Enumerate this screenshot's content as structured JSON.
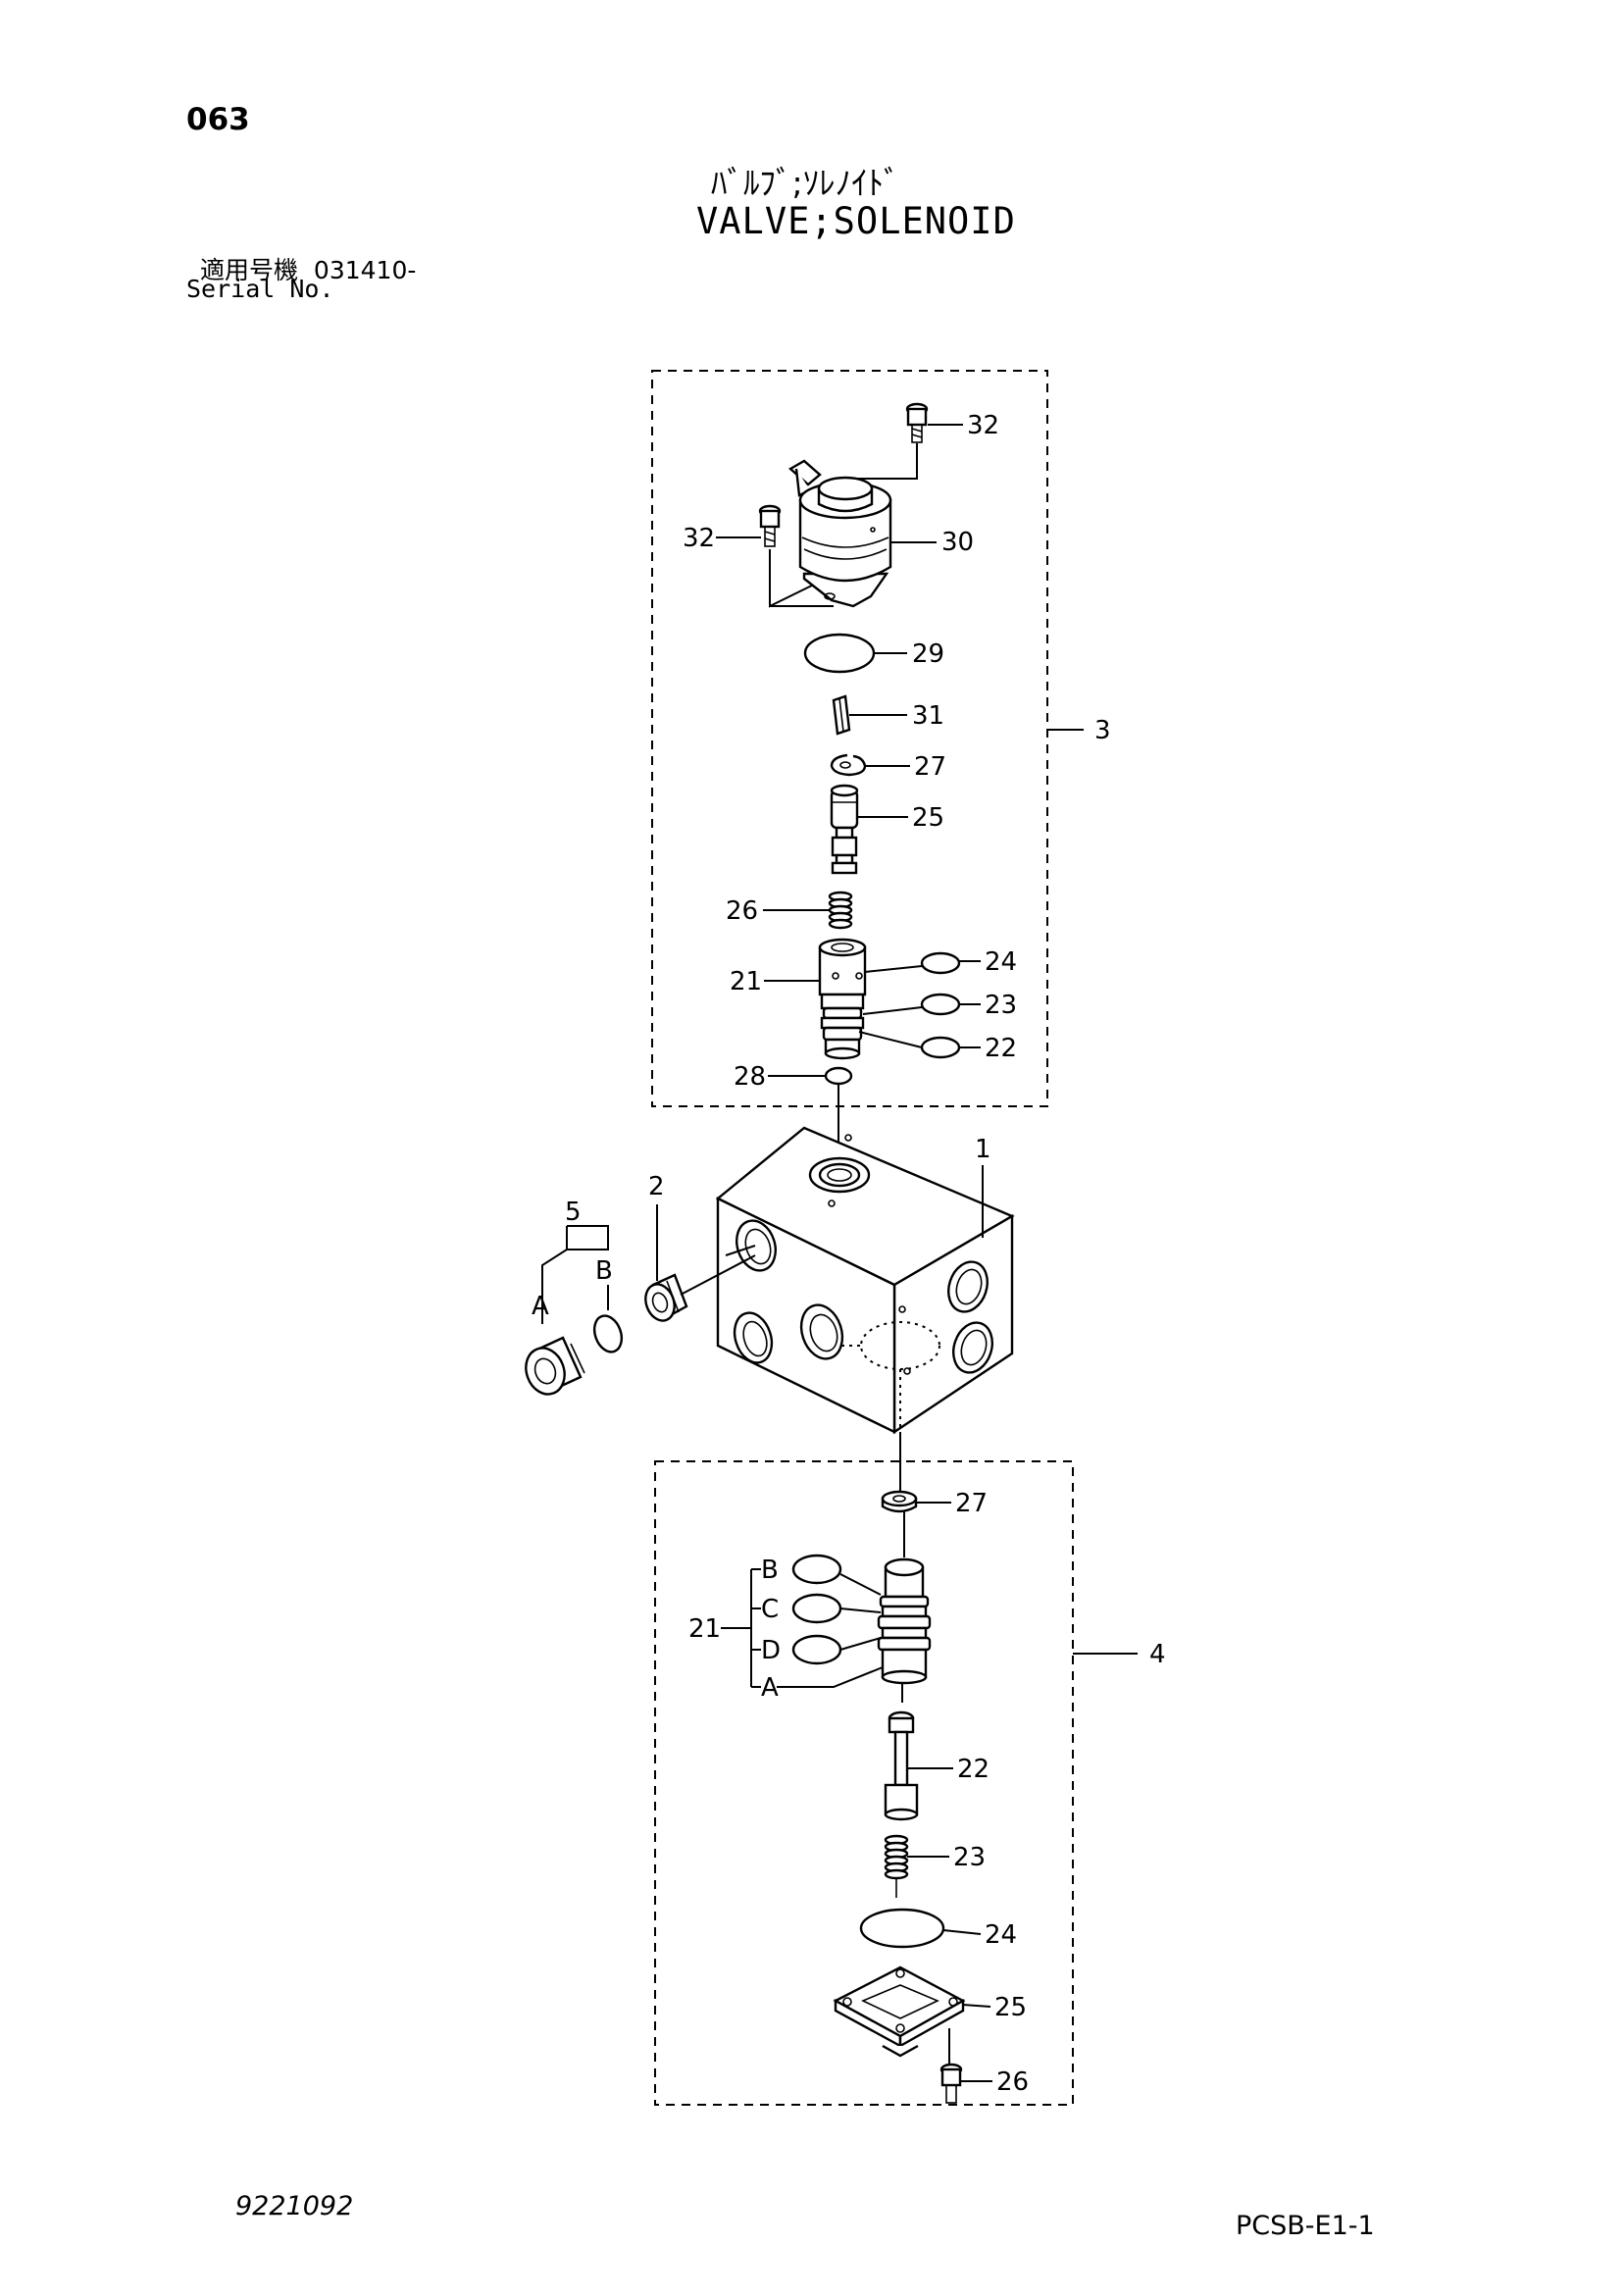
{
  "header": {
    "page_number": "063",
    "title_jp": "ﾊﾞﾙﾌﾞ;ｿﾚﾉｲﾄﾞ",
    "title_en": "VALVE;SOLENOID",
    "serial_label_jp": "適用号機",
    "serial_value": "031410-",
    "serial_label_en": "Serial No."
  },
  "callouts": {
    "c32a": "32",
    "c32b": "32",
    "c30": "30",
    "c29": "29",
    "c31": "31",
    "c3": "3",
    "c27a": "27",
    "c25a": "25",
    "c26a": "26",
    "c21a": "21",
    "c24a": "24",
    "c23a": "23",
    "c22a": "22",
    "c28": "28",
    "c1": "1",
    "c2": "2",
    "c5": "5",
    "cA1": "A",
    "cB1": "B",
    "c27b": "27",
    "cB2": "B",
    "cC": "C",
    "cD": "D",
    "cA2": "A",
    "c21b": "21",
    "c4": "4",
    "c22b": "22",
    "c23b": "23",
    "c24b": "24",
    "c25b": "25",
    "c26b": "26"
  },
  "footer": {
    "doc_number": "9221092",
    "ref_code": "PCSB-E1-1"
  }
}
